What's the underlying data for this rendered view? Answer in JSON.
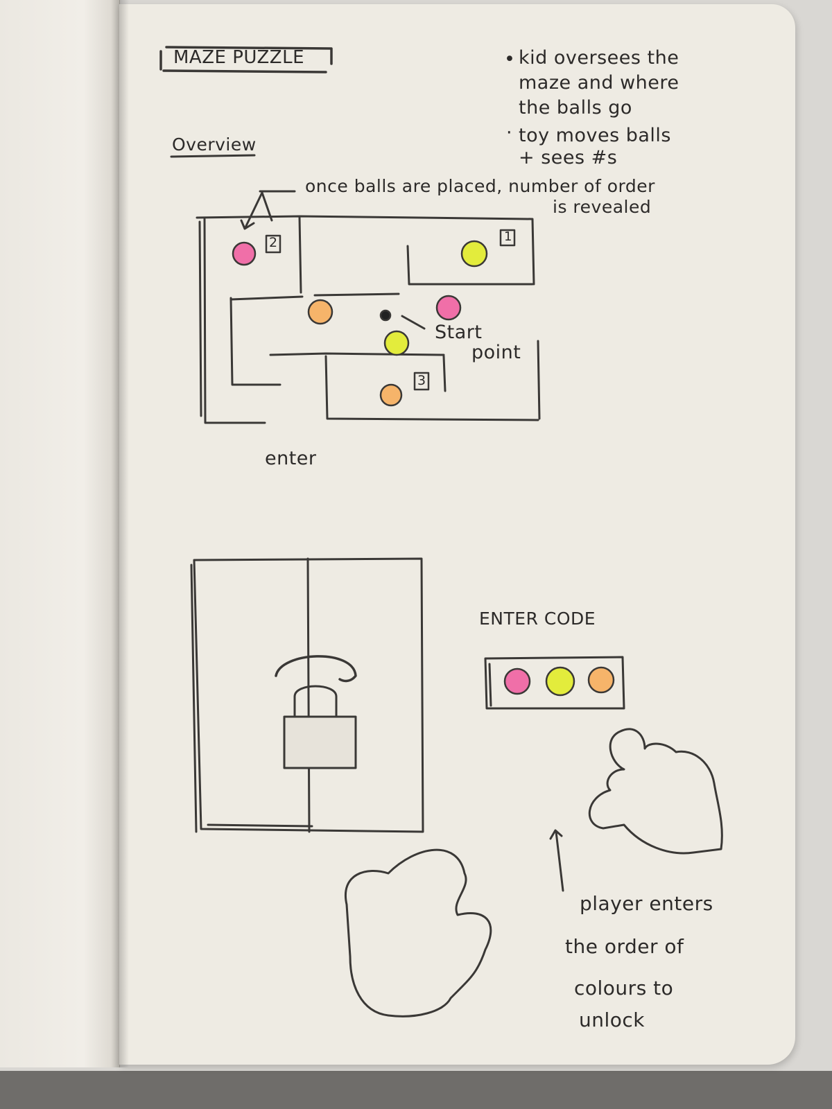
{
  "title": "MAZE PUZZLE",
  "bullets": [
    [
      "kid oversees the",
      "maze and where",
      "the balls go"
    ],
    [
      "toy moves balls",
      "+ sees #s"
    ]
  ],
  "overview_heading": "Overview",
  "callout": [
    "once balls are placed, number of order",
    "is revealed"
  ],
  "maze": {
    "order_numbers": [
      "2",
      "1",
      "3"
    ],
    "start_label": [
      "Start",
      "point"
    ],
    "enter_label": "enter"
  },
  "code_panel": {
    "heading": "ENTER CODE",
    "ball_colors": [
      "#f06fa8",
      "#e3ec3c",
      "#f6b46a"
    ]
  },
  "player_note": [
    "player enters",
    "the order of",
    "colours to",
    "unlock"
  ],
  "colors": {
    "pink": "#f06fa8",
    "yellow": "#e3ec3c",
    "orange": "#f6b46a",
    "pencil": "#2c2a29",
    "paper": "#eeebe3"
  }
}
